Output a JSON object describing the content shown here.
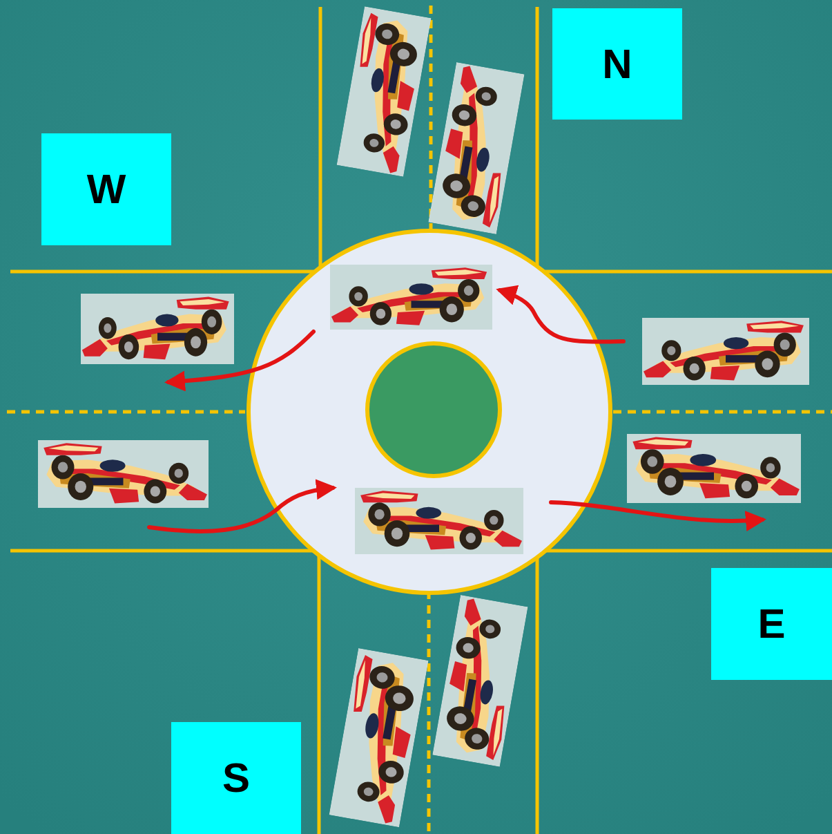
{
  "diagram": {
    "nodes": [
      {
        "text": [
          "N"
        ]
      },
      {
        "text": [
          "W"
        ]
      },
      {
        "text": [
          "E"
        ]
      },
      {
        "text": [
          "S"
        ]
      }
    ]
  }
}
